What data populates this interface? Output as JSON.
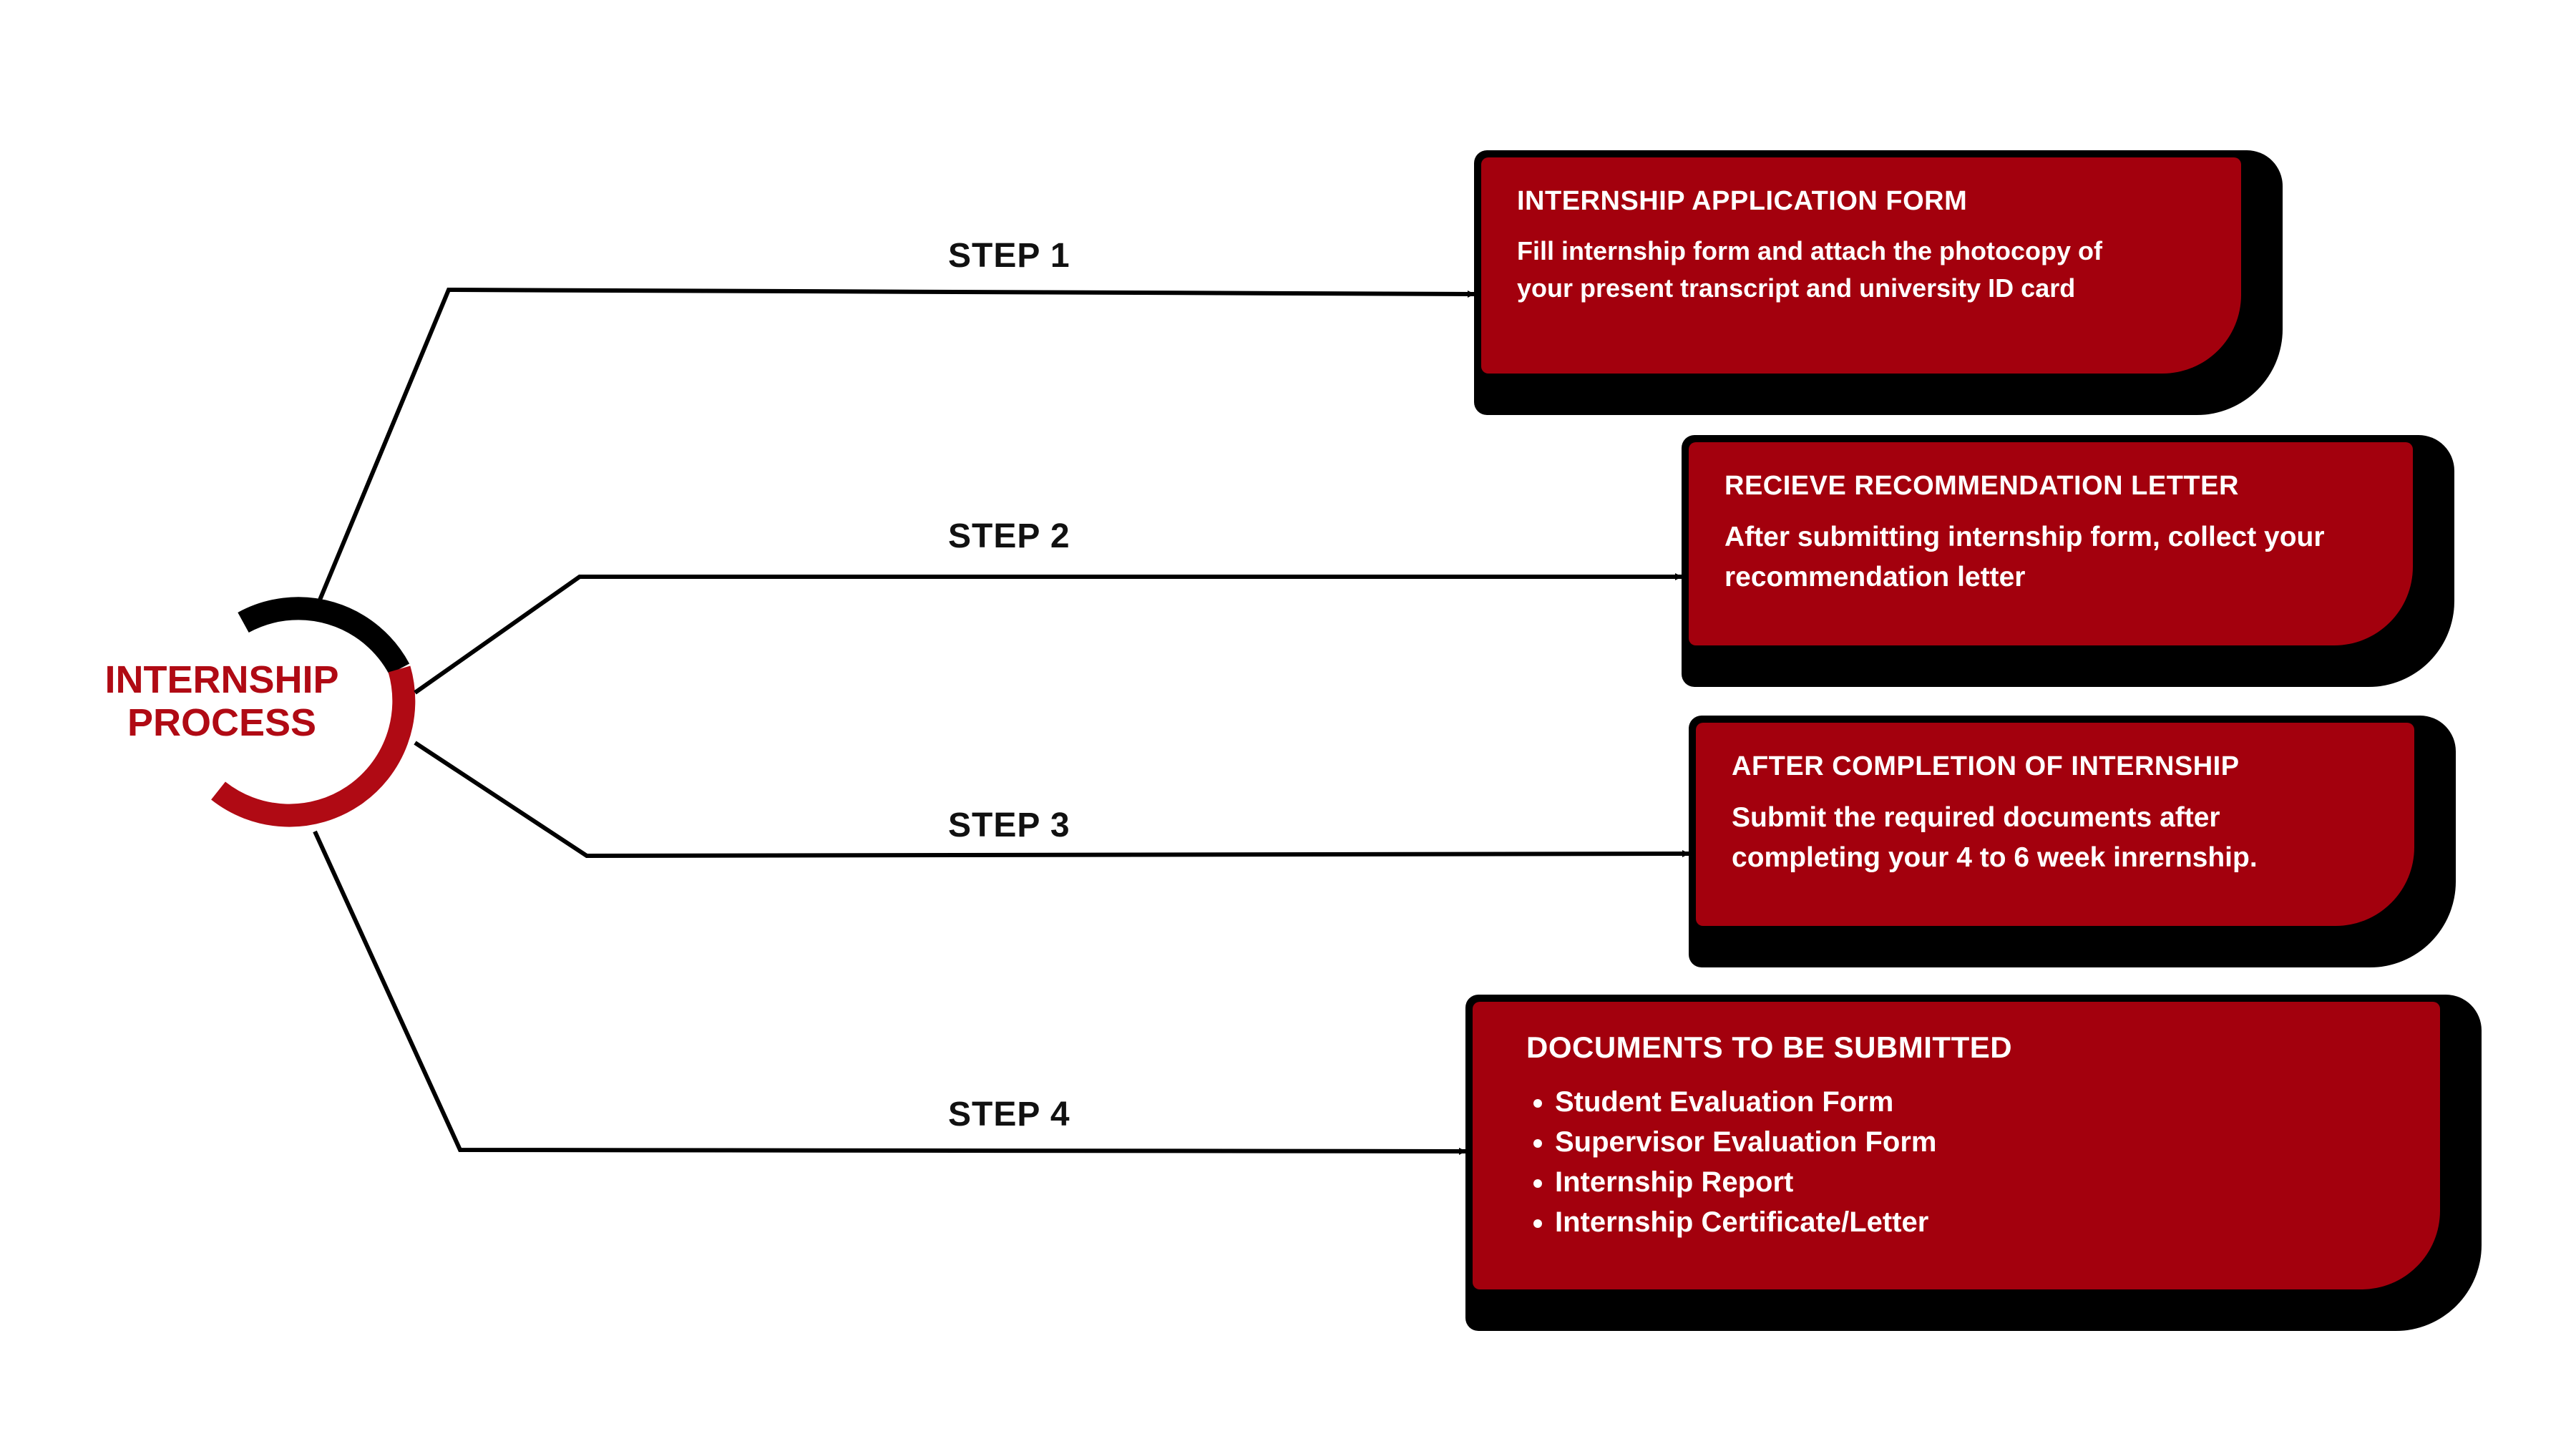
{
  "hub": {
    "line1": "INTERNSHIP",
    "line2": "PROCESS"
  },
  "steps": [
    {
      "label": "STEP 1"
    },
    {
      "label": "STEP 2"
    },
    {
      "label": "STEP 3"
    },
    {
      "label": "STEP 4"
    }
  ],
  "cards": [
    {
      "title": "INTERNSHIP APPLICATION FORM",
      "text": "Fill internship form and attach the photocopy of your present transcript and university ID card"
    },
    {
      "title": "RECIEVE RECOMMENDATION LETTER",
      "text": "After submitting internship form, collect your recommendation letter"
    },
    {
      "title": "AFTER COMPLETION OF INTERNSHIP",
      "text": "Submit the required documents after completing your 4 to 6 week inrernship."
    },
    {
      "title": "DOCUMENTS TO BE SUBMITTED",
      "items": [
        "Student Evaluation Form",
        "Supervisor Evaluation Form",
        "Internship Report",
        "Internship Certificate/Letter"
      ]
    }
  ],
  "colors": {
    "accent": "#a3000d",
    "line": "#000000",
    "hub_text": "#b00a14"
  }
}
